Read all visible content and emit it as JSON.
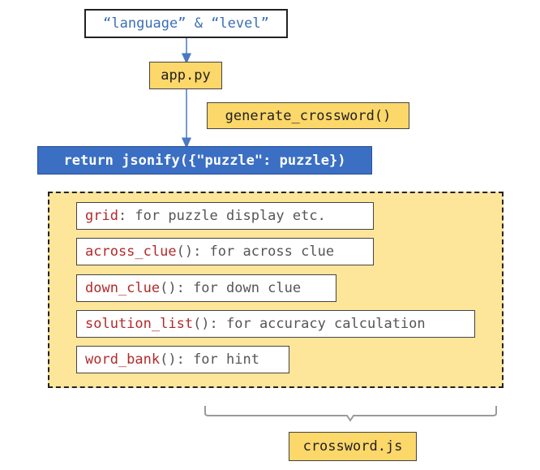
{
  "input": {
    "label": "“language” & “level”"
  },
  "app": {
    "label": "app.py"
  },
  "generator": {
    "label": "generate_crossword()"
  },
  "return_stmt": {
    "label": "return jsonify({\"puzzle\": puzzle})"
  },
  "puzzle_fields": [
    {
      "name": "grid",
      "suffix": ": for puzzle display etc."
    },
    {
      "name": "across_clue",
      "suffix": "(): for across clue"
    },
    {
      "name": "down_clue",
      "suffix": "(): for down clue"
    },
    {
      "name": "solution_list",
      "suffix": "(): for accuracy calculation"
    },
    {
      "name": "word_bank",
      "suffix": "(): for hint"
    }
  ],
  "consumer": {
    "label": "crossword.js"
  },
  "colors": {
    "arrow": "#4a78c2",
    "box_yellow": "#fcd76a",
    "group_yellow": "#fde59a",
    "return_blue": "#3a6fc4",
    "field_name_red": "#b22a2a",
    "input_text_blue": "#3a6fb7",
    "brace_gray": "#9a9a9a"
  }
}
